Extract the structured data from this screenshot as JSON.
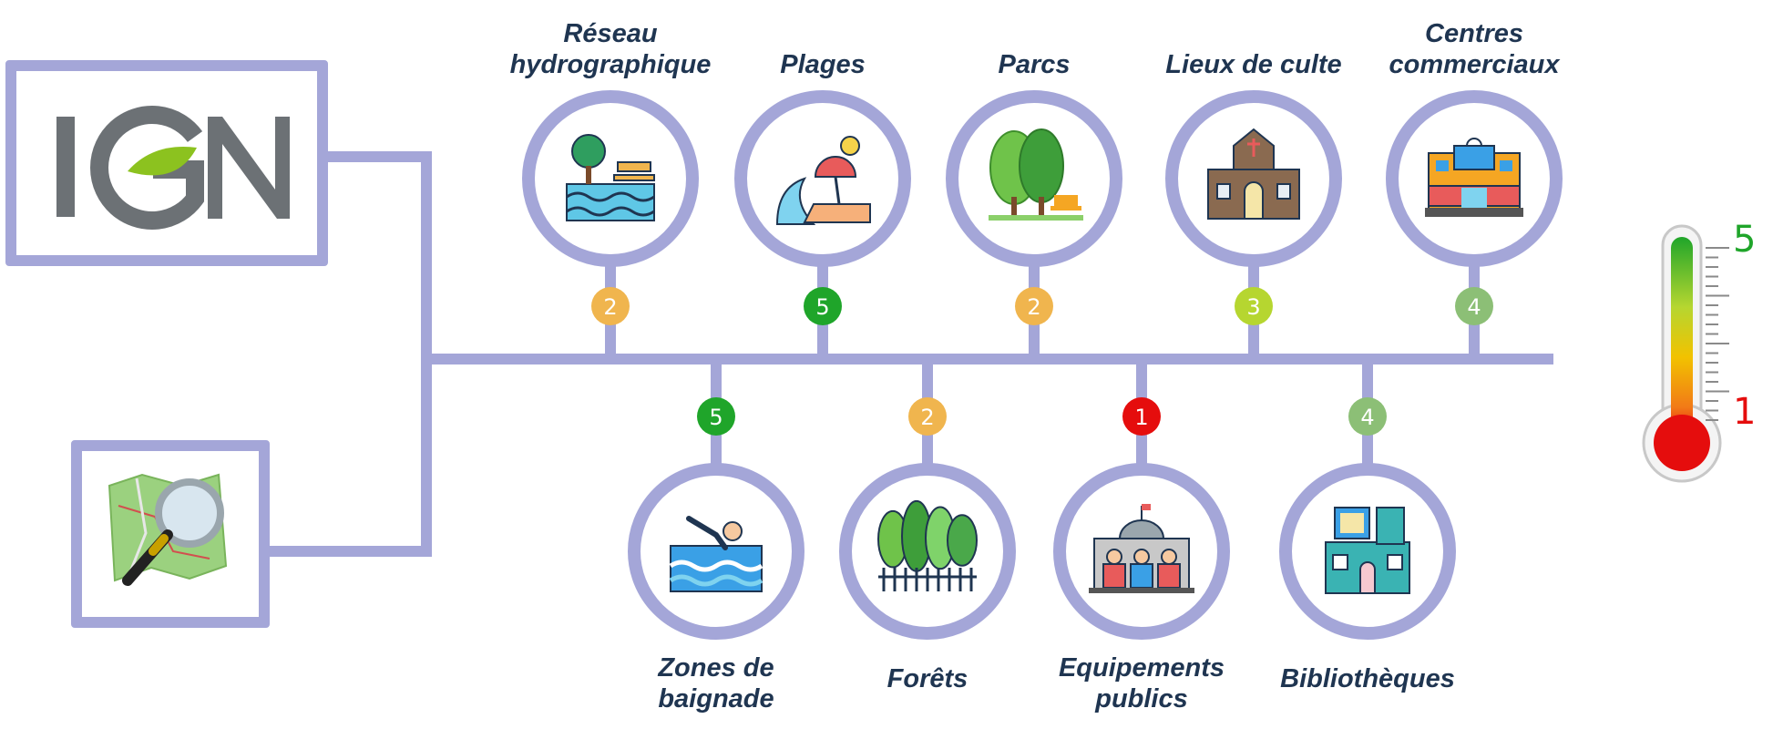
{
  "colors": {
    "connector": "#a4a6d8",
    "label_text": "#1f3551",
    "ign_grey": "#6c7175",
    "ign_green": "#8cc21f",
    "score_1": "#e50d0d",
    "score_2": "#f0b54e",
    "score_3": "#b6d630",
    "score_4": "#8cbf76",
    "score_5": "#1fa52a"
  },
  "logos": {
    "ign": {
      "text": "IGN",
      "icon": "ign-logo"
    },
    "osm": {
      "icon": "openstreetmap-logo"
    }
  },
  "categories": {
    "top": [
      {
        "id": "reseau-hydrographique",
        "lines": [
          "Réseau",
          "hydrographique"
        ],
        "score": "2",
        "icon": "river-icon"
      },
      {
        "id": "plages",
        "lines": [
          "Plages"
        ],
        "score": "5",
        "icon": "beach-icon"
      },
      {
        "id": "parcs",
        "lines": [
          "Parcs"
        ],
        "score": "2",
        "icon": "park-icon"
      },
      {
        "id": "lieux-de-culte",
        "lines": [
          "Lieux de culte"
        ],
        "score": "3",
        "icon": "church-icon"
      },
      {
        "id": "centres-commerciaux",
        "lines": [
          "Centres",
          "commerciaux"
        ],
        "score": "4",
        "icon": "mall-icon"
      }
    ],
    "bottom": [
      {
        "id": "zones-de-baignade",
        "lines": [
          "Zones de",
          "baignade"
        ],
        "score": "5",
        "icon": "swimmer-icon"
      },
      {
        "id": "forets",
        "lines": [
          "Forêts"
        ],
        "score": "2",
        "icon": "forest-icon"
      },
      {
        "id": "equipements-publics",
        "lines": [
          "Equipements",
          "publics"
        ],
        "score": "1",
        "icon": "public-building-icon"
      },
      {
        "id": "bibliotheques",
        "lines": [
          "Bibliothèques"
        ],
        "score": "4",
        "icon": "library-icon"
      }
    ]
  },
  "scale": {
    "max_label": "5",
    "min_label": "1",
    "icon": "thermometer-icon"
  }
}
